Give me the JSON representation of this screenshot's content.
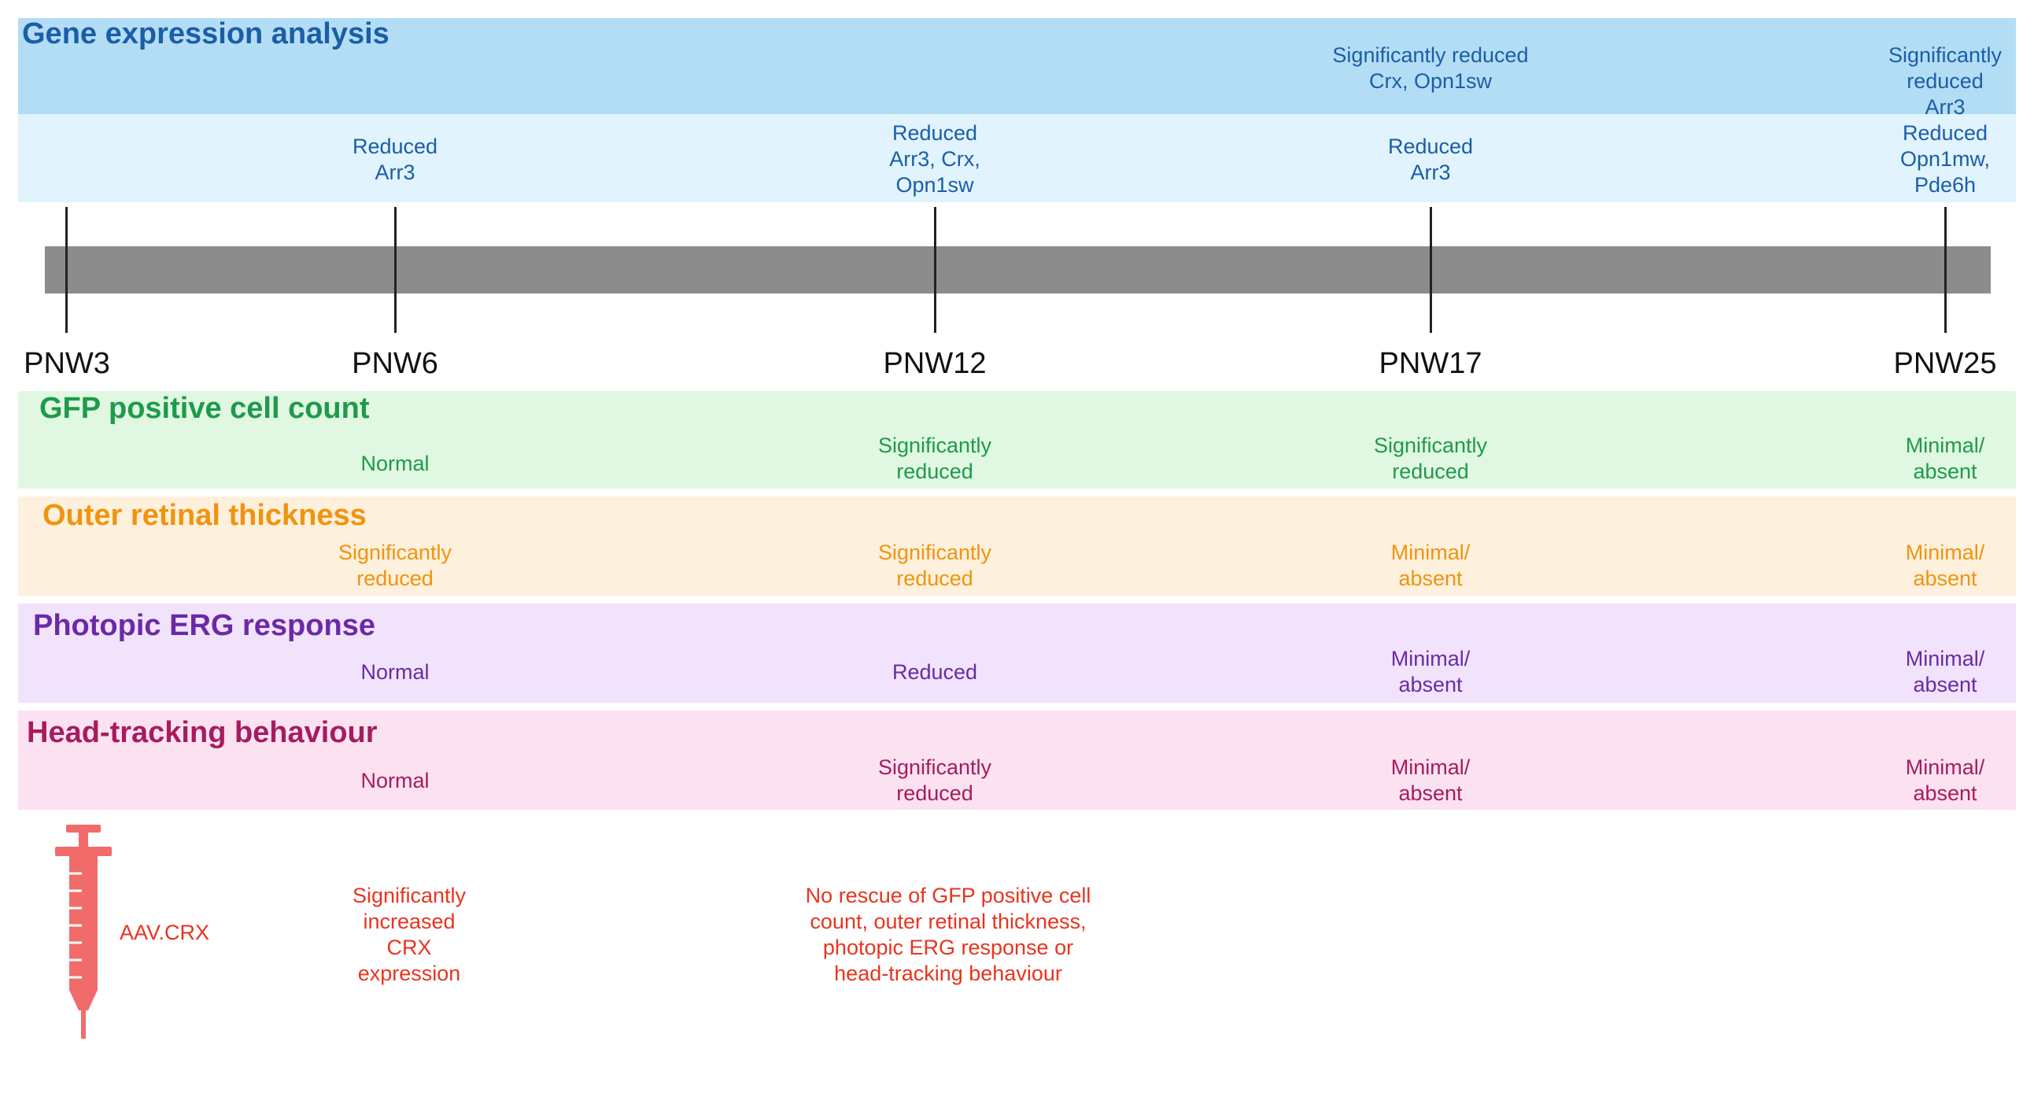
{
  "gene_expression": {
    "title": "Gene expression analysis",
    "row1": {
      "pnw17": "Significantly reduced\nCrx, Opn1sw",
      "pnw25": "Significantly\nreduced Arr3"
    },
    "row2": {
      "pnw6": "Reduced\nArr3",
      "pnw12": "Reduced\nArr3, Crx,\nOpn1sw",
      "pnw17": "Reduced\nArr3",
      "pnw25": "Reduced\nOpn1mw,\nPde6h"
    }
  },
  "timeline": {
    "points": [
      "PNW3",
      "PNW6",
      "PNW12",
      "PNW17",
      "PNW25"
    ]
  },
  "gfp": {
    "title": "GFP positive cell count",
    "pnw6": "Normal",
    "pnw12": "Significantly\nreduced",
    "pnw17": "Significantly\nreduced",
    "pnw25": "Minimal/\nabsent"
  },
  "thickness": {
    "title": "Outer retinal thickness",
    "pnw6": "Significantly\nreduced",
    "pnw12": "Significantly\nreduced",
    "pnw17": "Minimal/\nabsent",
    "pnw25": "Minimal/\nabsent"
  },
  "erg": {
    "title": "Photopic ERG response",
    "pnw6": "Normal",
    "pnw12": "Reduced",
    "pnw17": "Minimal/\nabsent",
    "pnw25": "Minimal/\nabsent"
  },
  "head": {
    "title": "Head-tracking behaviour",
    "pnw6": "Normal",
    "pnw12": "Significantly\nreduced",
    "pnw17": "Minimal/\nabsent",
    "pnw25": "Minimal/\nabsent"
  },
  "treatment": {
    "vector_label": "AAV.CRX",
    "pnw6_note": "Significantly\nincreased\nCRX\nexpression",
    "pnw12_note": "No rescue of GFP positive cell\ncount, outer retinal thickness,\nphotopic ERG response or\nhead-tracking behaviour"
  },
  "colors": {
    "gene": "#1a5ea8",
    "gfp": "#1e9a4a",
    "thickness": "#f0940f",
    "erg": "#6a2aa6",
    "head": "#a51c5e",
    "treatment": "#e8341f"
  },
  "icons": {
    "syringe": "syringe-icon"
  }
}
